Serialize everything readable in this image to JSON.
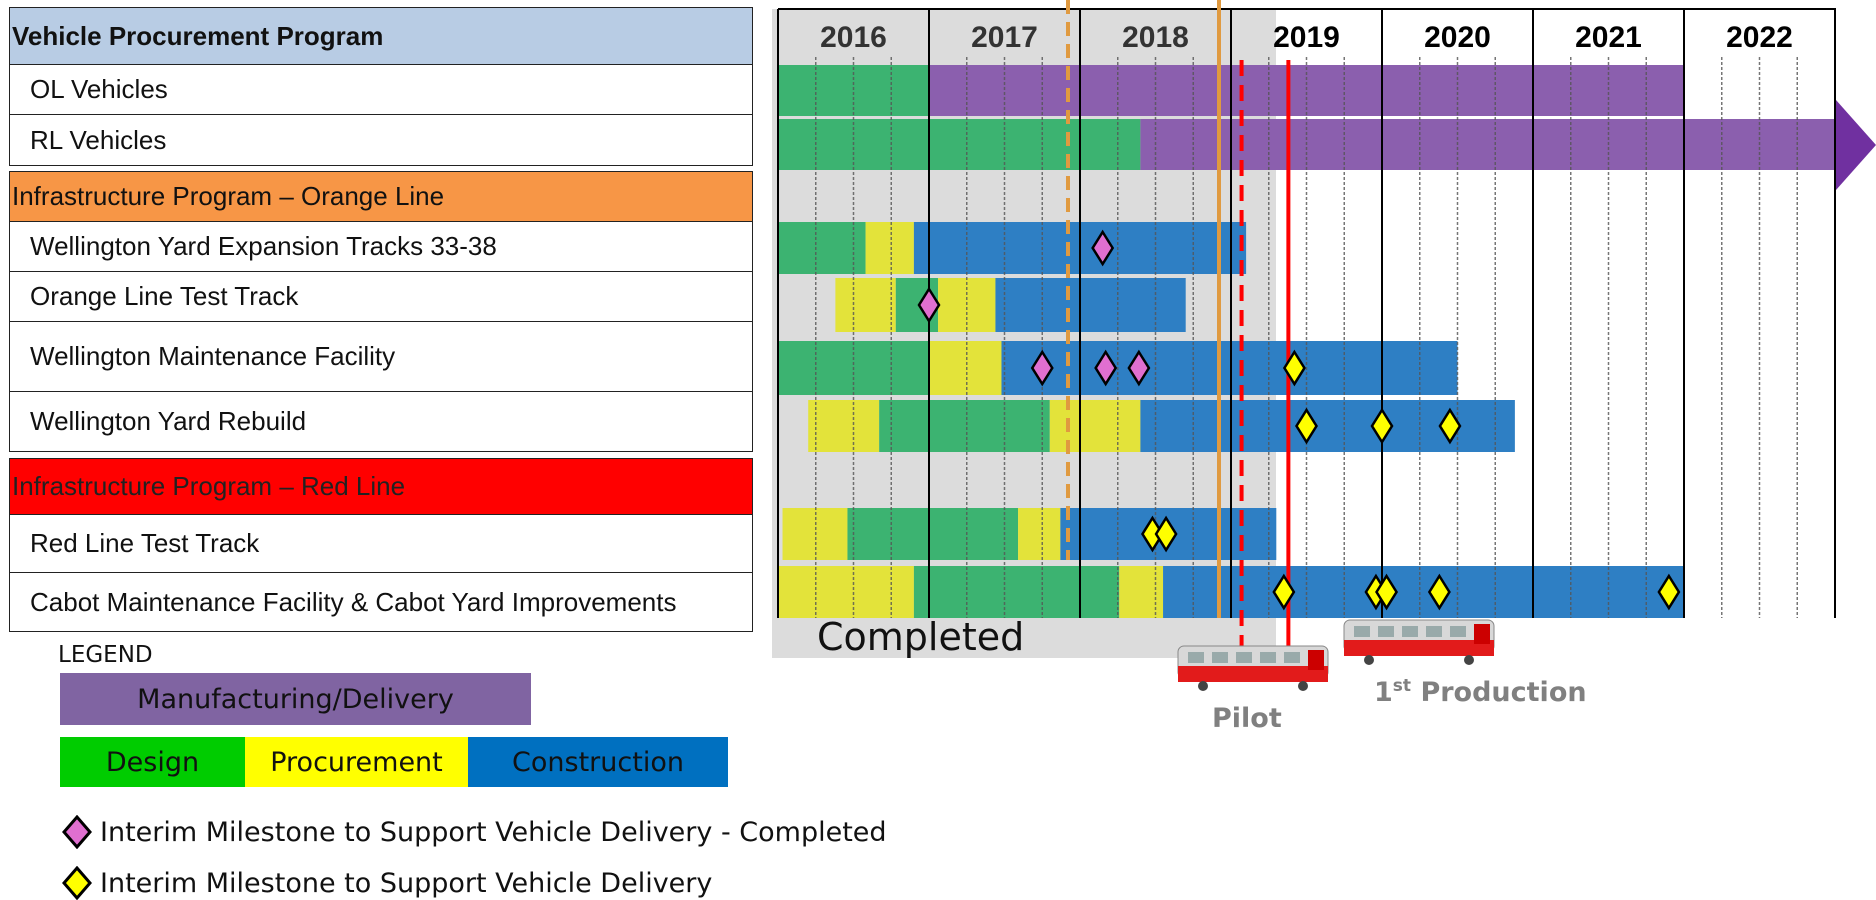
{
  "rows": {
    "header": "Vehicle Procurement Program",
    "ol_vehicles": "OL  Vehicles",
    "rl_vehicles": "RL  Vehicles",
    "orange_program": "Infrastructure Program – Orange Line",
    "wellington_expansion": "Wellington Yard Expansion Tracks 33-38",
    "ol_test_track": "Orange Line Test Track",
    "wellington_maintenance": "Wellington Maintenance Facility",
    "wellington_rebuild": "Wellington Yard Rebuild",
    "red_program": "Infrastructure Program – Red Line",
    "rl_test_track": "Red Line Test Track",
    "cabot": "Cabot Maintenance Facility & Cabot Yard Improvements"
  },
  "years": [
    "2016",
    "2017",
    "2018",
    "2019",
    "2020",
    "2021",
    "2022"
  ],
  "completed_label": "Completed",
  "pilot_label": "Pilot",
  "production_label_main": "1",
  "production_label_sup": "st",
  "production_label_rest": " Production",
  "legend": {
    "title": "LEGEND",
    "manufacturing": "Manufacturing/Delivery",
    "design": "Design",
    "procurement": "Procurement",
    "construction": "Construction",
    "milestone_completed": "Interim Milestone to Support Vehicle Delivery - Completed",
    "milestone": "Interim Milestone to Support Vehicle Delivery"
  },
  "colors": {
    "design": "#3cb371",
    "procurement": "#e3e33a",
    "construction": "#2e7fc4",
    "construction_future": "#1f72c8",
    "manufacturing": "#8b5fae",
    "manufacturing_future": "#7030a0",
    "completed_shade": "#dcdcdc",
    "legend_design": "#00cc00",
    "legend_procurement": "#ffff00",
    "legend_construction": "#0070c0",
    "legend_manufacturing": "#8064a2",
    "milestone_completed": "#e06fd0",
    "milestone": "#ffff00",
    "red_line": "#ff0000",
    "orange_line": "#e09a40"
  },
  "chart_data": {
    "type": "gantt",
    "x_axis": [
      "2016",
      "2017",
      "2018",
      "2019",
      "2020",
      "2021",
      "2022"
    ],
    "completed_through": 2019.0,
    "markers": [
      {
        "label": "Pilot",
        "year": 2019.07
      },
      {
        "label": "1st Production",
        "year": 2019.38
      }
    ],
    "tasks": [
      {
        "row": "OL Vehicles",
        "segments": [
          {
            "phase": "design",
            "start": 2016.0,
            "end": 2017.0
          },
          {
            "phase": "manufacturing",
            "start": 2017.0,
            "end": 2022.0
          }
        ]
      },
      {
        "row": "RL Vehicles",
        "segments": [
          {
            "phase": "design",
            "start": 2016.0,
            "end": 2018.4
          },
          {
            "phase": "manufacturing",
            "start": 2018.4,
            "end": 2023.0
          }
        ]
      },
      {
        "row": "Wellington Yard Expansion Tracks 33-38",
        "segments": [
          {
            "phase": "design",
            "start": 2016.0,
            "end": 2016.58
          },
          {
            "phase": "procurement",
            "start": 2016.58,
            "end": 2016.9
          },
          {
            "phase": "construction",
            "start": 2016.9,
            "end": 2019.1
          }
        ],
        "milestones": [
          {
            "year": 2018.15,
            "completed": true
          }
        ]
      },
      {
        "row": "Orange Line Test Track",
        "segments": [
          {
            "phase": "procurement",
            "start": 2016.38,
            "end": 2016.78
          },
          {
            "phase": "design",
            "start": 2016.78,
            "end": 2017.06
          },
          {
            "phase": "procurement",
            "start": 2017.06,
            "end": 2017.44
          },
          {
            "phase": "construction",
            "start": 2017.44,
            "end": 2018.7
          }
        ],
        "milestones": [
          {
            "year": 2017.0,
            "completed": true
          }
        ]
      },
      {
        "row": "Wellington Maintenance Facility",
        "segments": [
          {
            "phase": "design",
            "start": 2016.0,
            "end": 2017.0
          },
          {
            "phase": "procurement",
            "start": 2017.0,
            "end": 2017.48
          },
          {
            "phase": "construction",
            "start": 2017.48,
            "end": 2020.5
          }
        ],
        "milestones": [
          {
            "year": 2017.75,
            "completed": true
          },
          {
            "year": 2018.17,
            "completed": true
          },
          {
            "year": 2018.39,
            "completed": true
          },
          {
            "year": 2019.42,
            "completed": false
          }
        ]
      },
      {
        "row": "Wellington Yard Rebuild",
        "segments": [
          {
            "phase": "procurement",
            "start": 2016.2,
            "end": 2016.67
          },
          {
            "phase": "design",
            "start": 2016.67,
            "end": 2017.8
          },
          {
            "phase": "procurement",
            "start": 2017.8,
            "end": 2018.4
          },
          {
            "phase": "construction",
            "start": 2018.4,
            "end": 2020.88
          }
        ],
        "milestones": [
          {
            "year": 2019.5,
            "completed": false
          },
          {
            "year": 2020.0,
            "completed": false
          },
          {
            "year": 2020.45,
            "completed": false
          }
        ]
      },
      {
        "row": "Red Line Test Track",
        "segments": [
          {
            "phase": "procurement",
            "start": 2016.03,
            "end": 2016.46
          },
          {
            "phase": "design",
            "start": 2016.46,
            "end": 2017.59
          },
          {
            "phase": "procurement",
            "start": 2017.59,
            "end": 2017.87
          },
          {
            "phase": "construction",
            "start": 2017.87,
            "end": 2019.3
          }
        ],
        "milestones": [
          {
            "year": 2018.48,
            "completed": false
          },
          {
            "year": 2018.57,
            "completed": false
          }
        ]
      },
      {
        "row": "Cabot Maintenance Facility & Cabot Yard Improvements",
        "segments": [
          {
            "phase": "procurement",
            "start": 2016.0,
            "end": 2016.9
          },
          {
            "phase": "design",
            "start": 2016.9,
            "end": 2018.26
          },
          {
            "phase": "procurement",
            "start": 2018.26,
            "end": 2018.55
          },
          {
            "phase": "construction",
            "start": 2018.55,
            "end": 2022.0
          }
        ],
        "milestones": [
          {
            "year": 2019.35,
            "completed": false
          },
          {
            "year": 2019.96,
            "completed": false
          },
          {
            "year": 2020.03,
            "completed": false
          },
          {
            "year": 2020.38,
            "completed": false
          },
          {
            "year": 2021.9,
            "completed": false
          }
        ]
      }
    ]
  }
}
